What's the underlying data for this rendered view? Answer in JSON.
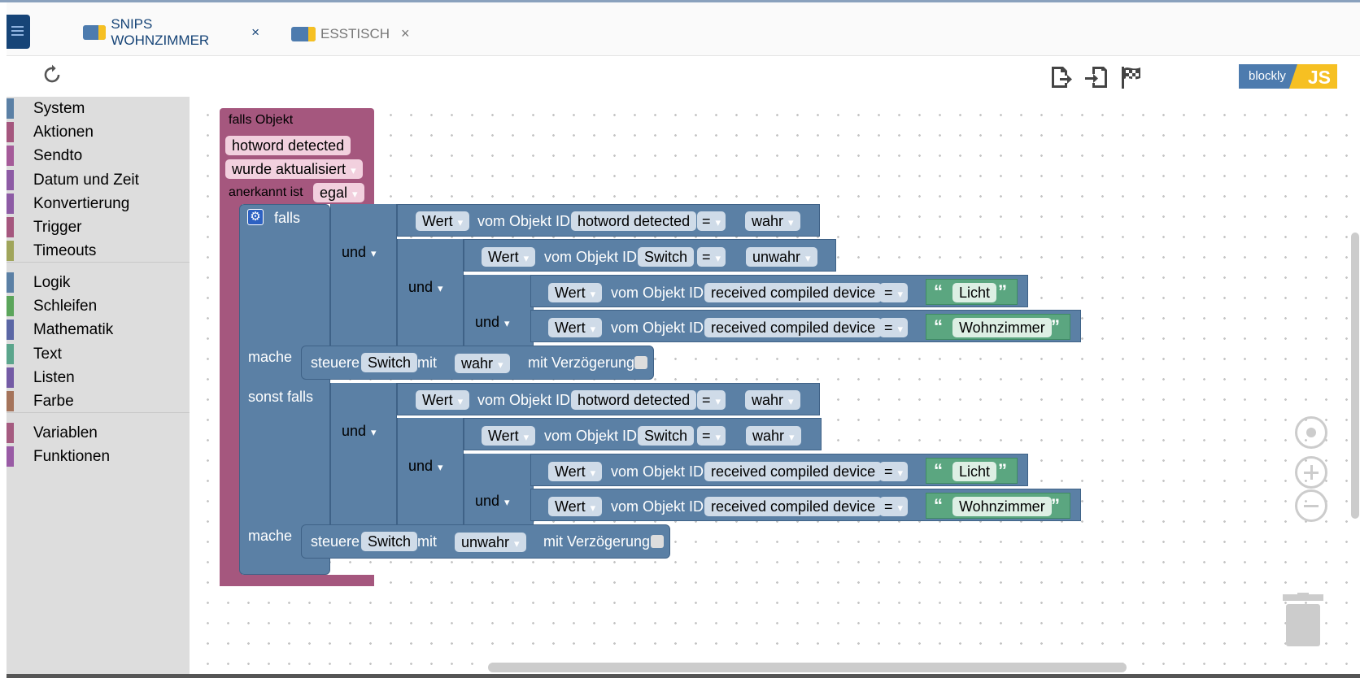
{
  "tabs": [
    {
      "label": "SNIPS WOHNZIMMER",
      "icon_text": "blockly",
      "close": "×",
      "active": true
    },
    {
      "label": "ESSTISCH",
      "icon_text": "blockly",
      "close": "×",
      "active": false
    }
  ],
  "toolbar": {
    "logo_left": "blockly",
    "logo_right": "JS"
  },
  "sidebar": {
    "items": [
      {
        "label": "System",
        "color": "#5b80a5"
      },
      {
        "label": "Aktionen",
        "color": "#a5577e"
      },
      {
        "label": "Sendto",
        "color": "#a55b99"
      },
      {
        "label": "Datum und Zeit",
        "color": "#8d5ba5"
      },
      {
        "label": "Konvertierung",
        "color": "#8d5ba5"
      },
      {
        "label": "Trigger",
        "color": "#a5577e"
      },
      {
        "label": "Timeouts",
        "color": "#a0a55b"
      },
      {
        "label": "Logik",
        "color": "#5b80a5"
      },
      {
        "label": "Schleifen",
        "color": "#5ba55b"
      },
      {
        "label": "Mathematik",
        "color": "#5b67a5"
      },
      {
        "label": "Text",
        "color": "#5ba58c"
      },
      {
        "label": "Listen",
        "color": "#745ba5"
      },
      {
        "label": "Farbe",
        "color": "#a5745b"
      },
      {
        "label": "Variablen",
        "color": "#a55b80"
      },
      {
        "label": "Funktionen",
        "color": "#995ba5"
      }
    ]
  },
  "event": {
    "title": "falls Objekt",
    "object": "hotword detected",
    "trigger": "wurde aktualisiert",
    "ack_label": "anerkannt ist",
    "ack_value": "egal"
  },
  "if_block": {
    "falls": "falls",
    "mache": "mache",
    "sonst_falls": "sonst falls",
    "und": "und"
  },
  "compare": {
    "wert": "Wert",
    "vom_objekt": "vom Objekt ID",
    "op": "=",
    "obj_hotword": "hotword detected",
    "obj_switch": "Switch",
    "obj_device": "received compiled device",
    "val_wahr": "wahr",
    "val_unwahr": "unwahr",
    "str_licht": "Licht",
    "str_wohnzimmer": "Wohnzimmer",
    "quote_open": "“",
    "quote_close": "”"
  },
  "control": {
    "steuere": "steuere",
    "object": "Switch",
    "mit": "mit",
    "value1": "wahr",
    "value2": "unwahr",
    "delay": "mit Verzögerung"
  }
}
